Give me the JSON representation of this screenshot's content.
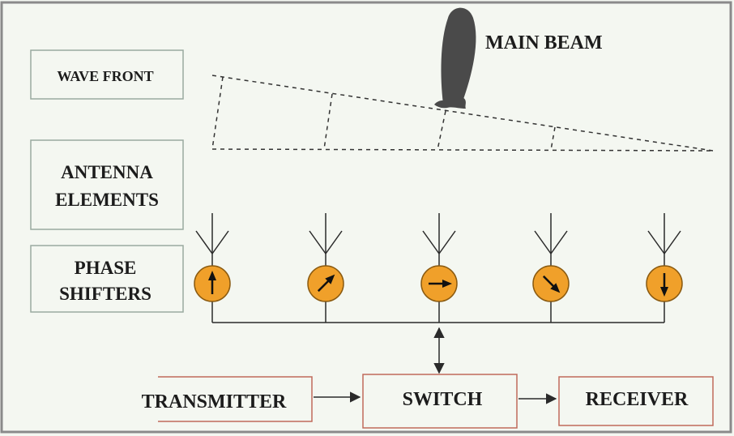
{
  "labels": {
    "main_beam": "MAIN BEAM",
    "wave_front": "WAVE FRONT",
    "antenna_elements_line1": "ANTENNA",
    "antenna_elements_line2": "ELEMENTS",
    "phase_shifters_line1": "PHASE",
    "phase_shifters_line2": "SHIFTERS",
    "transmitter": "TRANSMITTER",
    "switch": "SWITCH",
    "receiver": "RECEIVER"
  },
  "phase_shifter_arrow_angles_deg": [
    0,
    45,
    90,
    135,
    180
  ],
  "colors": {
    "background": "#f4f7f1",
    "frame": "#8a8a8a",
    "label_box_border": "#9aaaa0",
    "phase_shifter_fill": "#f0a02a",
    "beam_fill": "#4a4a4a",
    "line": "#2a2a2a",
    "block_border": "#c06a5a"
  }
}
